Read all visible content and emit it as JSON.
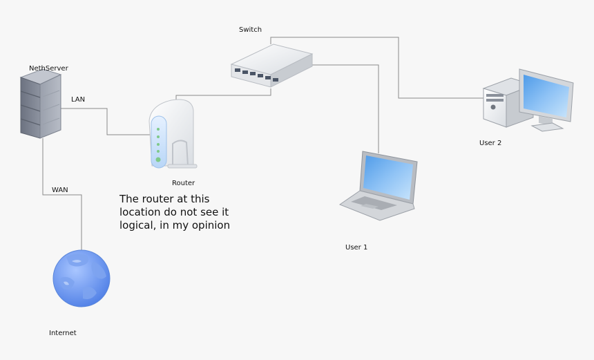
{
  "nodes": {
    "switch": "Switch",
    "nethserver": "NethServer",
    "router": "Router",
    "internet": "Internet",
    "user1": "User 1",
    "user2": "User 2"
  },
  "links": {
    "lan": "LAN",
    "wan": "WAN"
  },
  "annotation": {
    "line1": "The router at this",
    "line2": "location do not see it",
    "line3": "logical, in my opinion"
  }
}
